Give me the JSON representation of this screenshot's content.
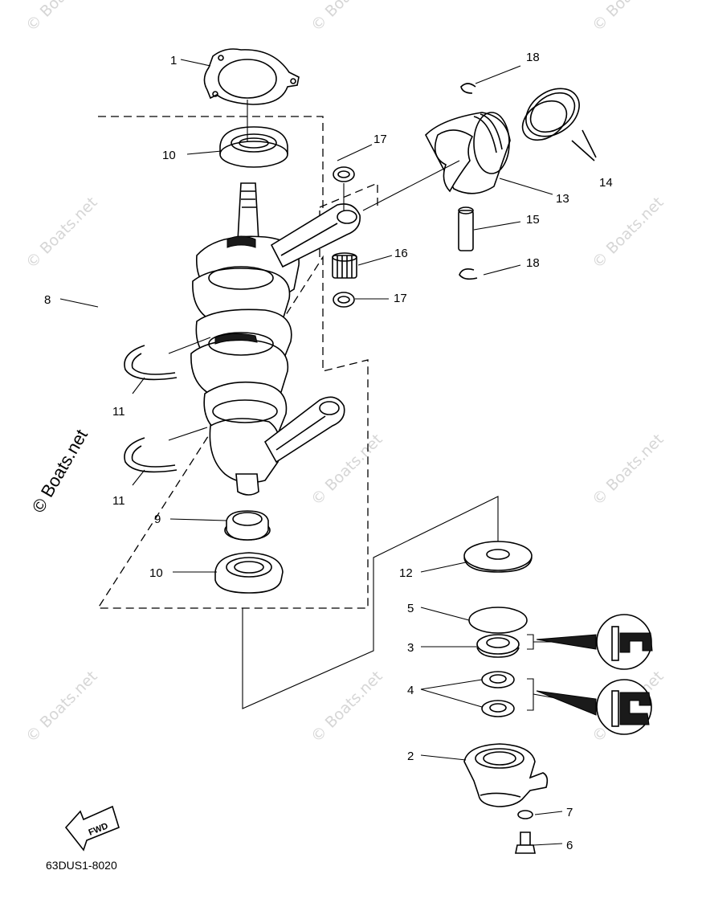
{
  "diagram_code": "63DUS1-8020",
  "fwd_label": "FWD",
  "watermark": "© Boats.net",
  "callouts": {
    "c1": "1",
    "c2": "2",
    "c3": "3",
    "c4": "4",
    "c5": "5",
    "c6": "6",
    "c7": "7",
    "c8": "8",
    "c9": "9",
    "c10a": "10",
    "c10b": "10",
    "c11a": "11",
    "c11b": "11",
    "c12": "12",
    "c13": "13",
    "c14": "14",
    "c15": "15",
    "c16": "16",
    "c17a": "17",
    "c17b": "17",
    "c18a": "18",
    "c18b": "18"
  }
}
